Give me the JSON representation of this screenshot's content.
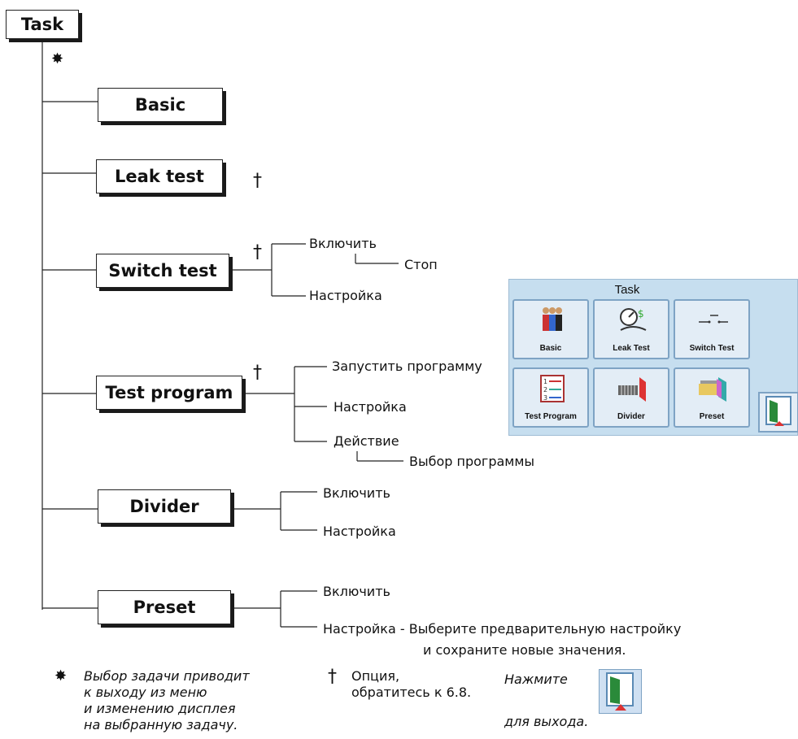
{
  "root": {
    "label": "Task"
  },
  "nodes": [
    {
      "label": "Basic"
    },
    {
      "label": "Leak test",
      "mark": "†"
    },
    {
      "label": "Switch test",
      "mark": "†",
      "children": [
        "Включить",
        "Стоп",
        "Настройка"
      ]
    },
    {
      "label": "Test program",
      "mark": "†",
      "children": [
        "Запустить программу",
        "Настройка",
        "Действие",
        "Выбор программы"
      ]
    },
    {
      "label": "Divider",
      "children": [
        "Включить",
        "Настройка"
      ]
    },
    {
      "label": "Preset",
      "children": [
        "Включить",
        "Настройка - Выберите предварительную настройку",
        "и сохраните новые значения."
      ]
    }
  ],
  "root_mark": "✸",
  "screen": {
    "title": "Task",
    "tiles": [
      "Basic",
      "Leak Test",
      "Switch Test",
      "Test Program",
      "Divider",
      "Preset"
    ],
    "exit_icon": "exit-door-icon"
  },
  "footnotes": {
    "star_symbol": "✸",
    "star_text": "Выбор задачи приводит\nк выходу из меню\nи изменению дисплея\nна выбранную задачу.",
    "dagger_symbol": "†",
    "dagger_text": "Опция,\nобратитесь к 6.8.",
    "press_text": "Нажмите",
    "exit_text": "для выхода."
  }
}
